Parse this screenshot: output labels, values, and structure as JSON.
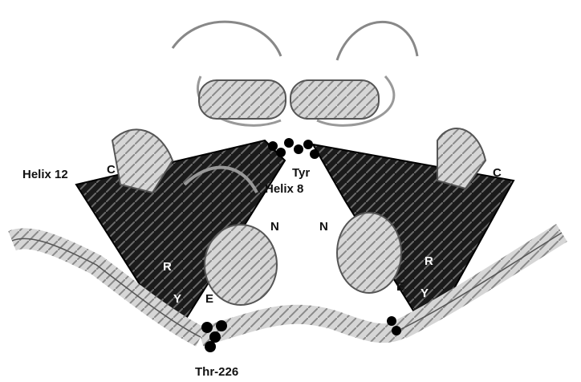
{
  "figure": {
    "labels": {
      "helix12": "Helix 12",
      "c_left": "C",
      "c_right": "C",
      "tyr": "Tyr",
      "helix8": "Helix 8",
      "n_left": "N",
      "n_right": "N",
      "r_left": "R",
      "r_right": "R",
      "y_left": "Y",
      "y_right": "Y",
      "e_left": "E",
      "e_right": "E",
      "thr226": "Thr-226"
    },
    "colors": {
      "dark_ribbon": "#1a1a1a",
      "light_ribbon": "#cfcfcf",
      "outline": "#555555",
      "background": "#ffffff"
    }
  }
}
